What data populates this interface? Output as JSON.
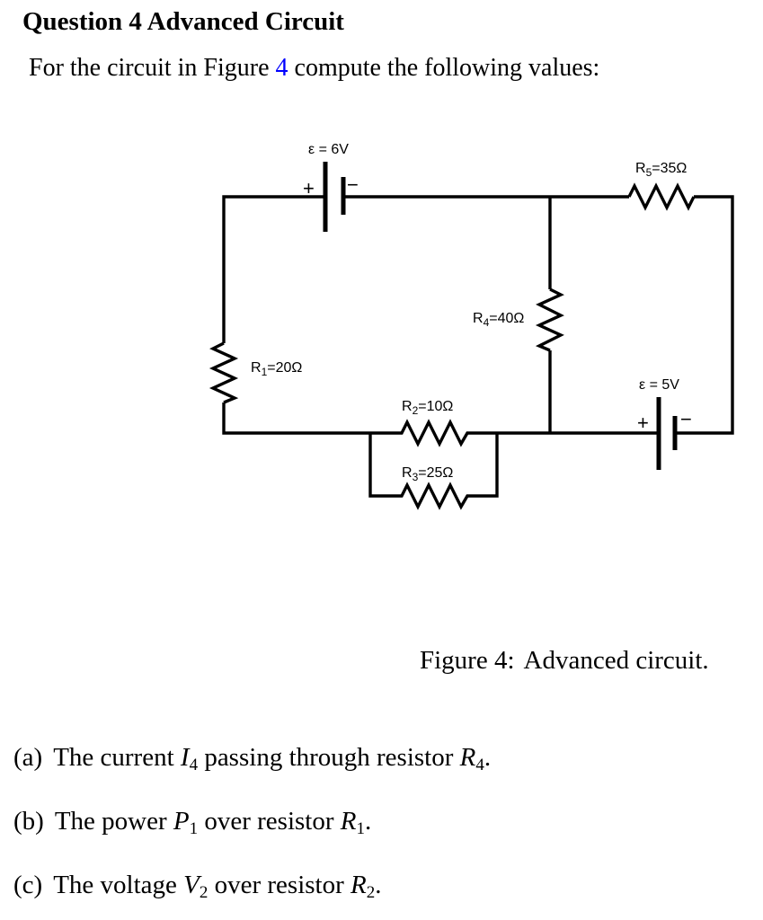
{
  "page": {
    "title": "Question 4 Advanced Circuit",
    "intro": {
      "pre": "For the circuit in Figure ",
      "figure_ref": "4",
      "post": " compute the following values:"
    },
    "caption": {
      "label": "Figure 4:",
      "text": "Advanced circuit."
    }
  },
  "colors": {
    "ink": "#000000",
    "figure_link_blue": "#0000FF"
  },
  "circuit": {
    "battery_6v": {
      "label": "ε = 6V",
      "plus": "+",
      "minus": "−"
    },
    "battery_5v": {
      "label": "ε = 5V",
      "plus": "+",
      "minus": "−"
    },
    "resistors": {
      "r1": {
        "base": "R",
        "sub": "1",
        "value": "=20Ω"
      },
      "r2": {
        "base": "R",
        "sub": "2",
        "value": "=10Ω"
      },
      "r3": {
        "base": "R",
        "sub": "3",
        "value": "=25Ω"
      },
      "r4": {
        "base": "R",
        "sub": "4",
        "value": "=40Ω"
      },
      "r5": {
        "base": "R",
        "sub": "5",
        "value": "=35Ω"
      }
    }
  },
  "questions": [
    {
      "label": "(a)",
      "pre": "The current ",
      "var1": "I",
      "sub1": "4",
      "mid": " passing through resistor ",
      "var2": "R",
      "sub2": "4",
      "end": "."
    },
    {
      "label": "(b)",
      "pre": "The power ",
      "var1": "P",
      "sub1": "1",
      "mid": " over resistor ",
      "var2": "R",
      "sub2": "1",
      "end": "."
    },
    {
      "label": "(c)",
      "pre": "The voltage ",
      "var1": "V",
      "sub1": "2",
      "mid": " over resistor ",
      "var2": "R",
      "sub2": "2",
      "end": "."
    }
  ]
}
